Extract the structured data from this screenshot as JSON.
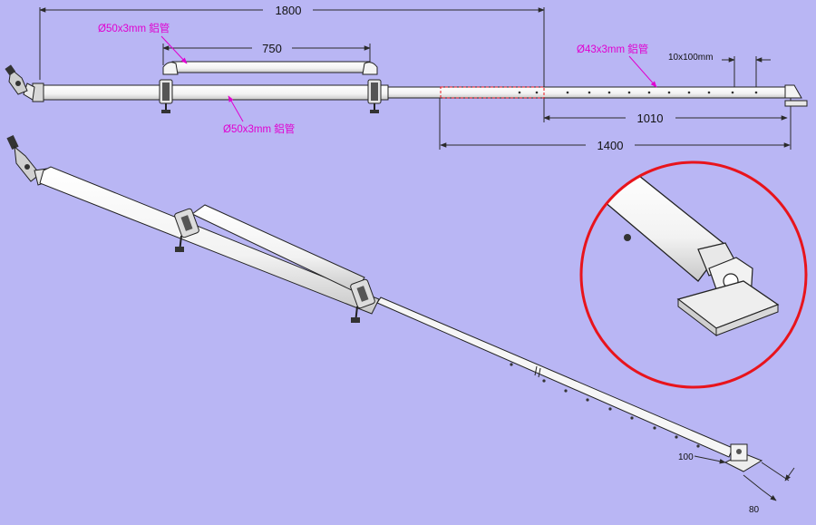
{
  "dimensions": {
    "total_length": "1800",
    "upper_tube": "750",
    "extension_visible": "1010",
    "extension_total": "1400",
    "hole_spacing": "10x100mm",
    "foot_height": "100",
    "foot_width": "80"
  },
  "labels": {
    "upper_tube_spec": "Ø50x3mm 鋁管",
    "main_tube_spec": "Ø50x3mm 鋁管",
    "extension_tube_spec": "Ø43x3mm 鋁管"
  },
  "colors": {
    "background": "#b9b6f4",
    "annotation_pink": "#e000d0",
    "detail_circle": "#e8141c",
    "dimension_line": "#2a2a2a"
  }
}
